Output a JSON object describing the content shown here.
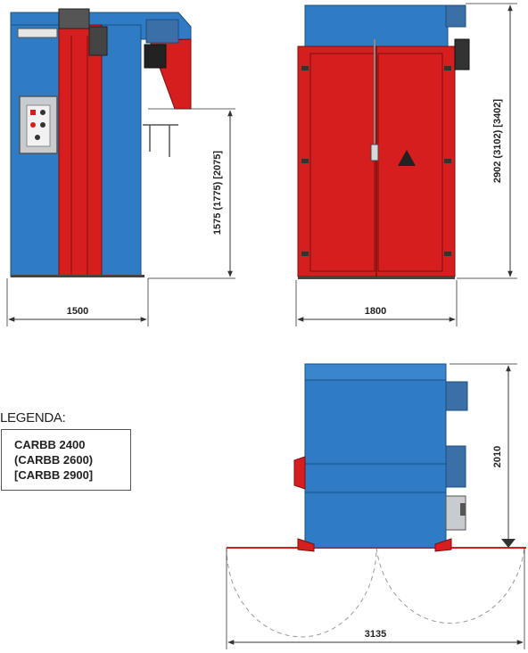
{
  "views": {
    "side": {
      "height_label": "1575 (1775) [2075]",
      "width_label": "1500"
    },
    "front": {
      "height_label": "2902 (3102) [3402]",
      "width_label": "1800"
    },
    "top": {
      "depth_label": "2010",
      "swing_width_label": "3135"
    }
  },
  "legend": {
    "title": "LEGENDA:",
    "items": [
      "CARBB 2400",
      "(CARBB 2600)",
      "[CARBB 2900]"
    ]
  },
  "colors": {
    "body_blue": "#2f7cc4",
    "door_red": "#d61e1e",
    "dimension_line": "#333333",
    "control_panel": "#c8ccd0"
  }
}
